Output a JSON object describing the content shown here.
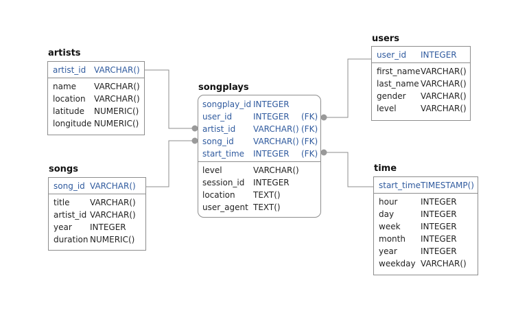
{
  "diagram": {
    "tables": {
      "artists": {
        "name": "artists",
        "pk": [
          {
            "col": "artist_id",
            "type": "VARCHAR()"
          }
        ],
        "fields": [
          {
            "col": "name",
            "type": "VARCHAR()"
          },
          {
            "col": "location",
            "type": "VARCHAR()"
          },
          {
            "col": "latitude",
            "type": "NUMERIC()"
          },
          {
            "col": "longitude",
            "type": "NUMERIC()"
          }
        ]
      },
      "songs": {
        "name": "songs",
        "pk": [
          {
            "col": "song_id",
            "type": "VARCHAR()"
          }
        ],
        "fields": [
          {
            "col": "title",
            "type": "VARCHAR()"
          },
          {
            "col": "artist_id",
            "type": "VARCHAR()"
          },
          {
            "col": "year",
            "type": "INTEGER"
          },
          {
            "col": "duration",
            "type": "NUMERIC()"
          }
        ]
      },
      "songplays": {
        "name": "songplays",
        "pk": [
          {
            "col": "songplay_id",
            "type": "INTEGER",
            "fk": ""
          },
          {
            "col": "user_id",
            "type": "INTEGER",
            "fk": "(FK)"
          },
          {
            "col": "artist_id",
            "type": "VARCHAR()",
            "fk": "(FK)"
          },
          {
            "col": "song_id",
            "type": "VARCHAR()",
            "fk": "(FK)"
          },
          {
            "col": "start_time",
            "type": "INTEGER",
            "fk": "(FK)"
          }
        ],
        "fields": [
          {
            "col": "level",
            "type": "VARCHAR()"
          },
          {
            "col": "session_id",
            "type": "INTEGER"
          },
          {
            "col": "location",
            "type": "TEXT()"
          },
          {
            "col": "user_agent",
            "type": "TEXT()"
          }
        ]
      },
      "users": {
        "name": "users",
        "pk": [
          {
            "col": "user_id",
            "type": "INTEGER"
          }
        ],
        "fields": [
          {
            "col": "first_name",
            "type": "VARCHAR()"
          },
          {
            "col": "last_name",
            "type": "VARCHAR()"
          },
          {
            "col": "gender",
            "type": "VARCHAR()"
          },
          {
            "col": "level",
            "type": "VARCHAR()"
          }
        ]
      },
      "time": {
        "name": "time",
        "pk": [
          {
            "col": "start_time",
            "type": "TIMESTAMP()"
          }
        ],
        "fields": [
          {
            "col": "hour",
            "type": "INTEGER"
          },
          {
            "col": "day",
            "type": "INTEGER"
          },
          {
            "col": "week",
            "type": "INTEGER"
          },
          {
            "col": "month",
            "type": "INTEGER"
          },
          {
            "col": "year",
            "type": "INTEGER"
          },
          {
            "col": "weekday",
            "type": "VARCHAR()"
          }
        ]
      }
    },
    "colors": {
      "key": "#2f5a9e",
      "border": "#8c8c8c",
      "connector": "#999999"
    }
  }
}
